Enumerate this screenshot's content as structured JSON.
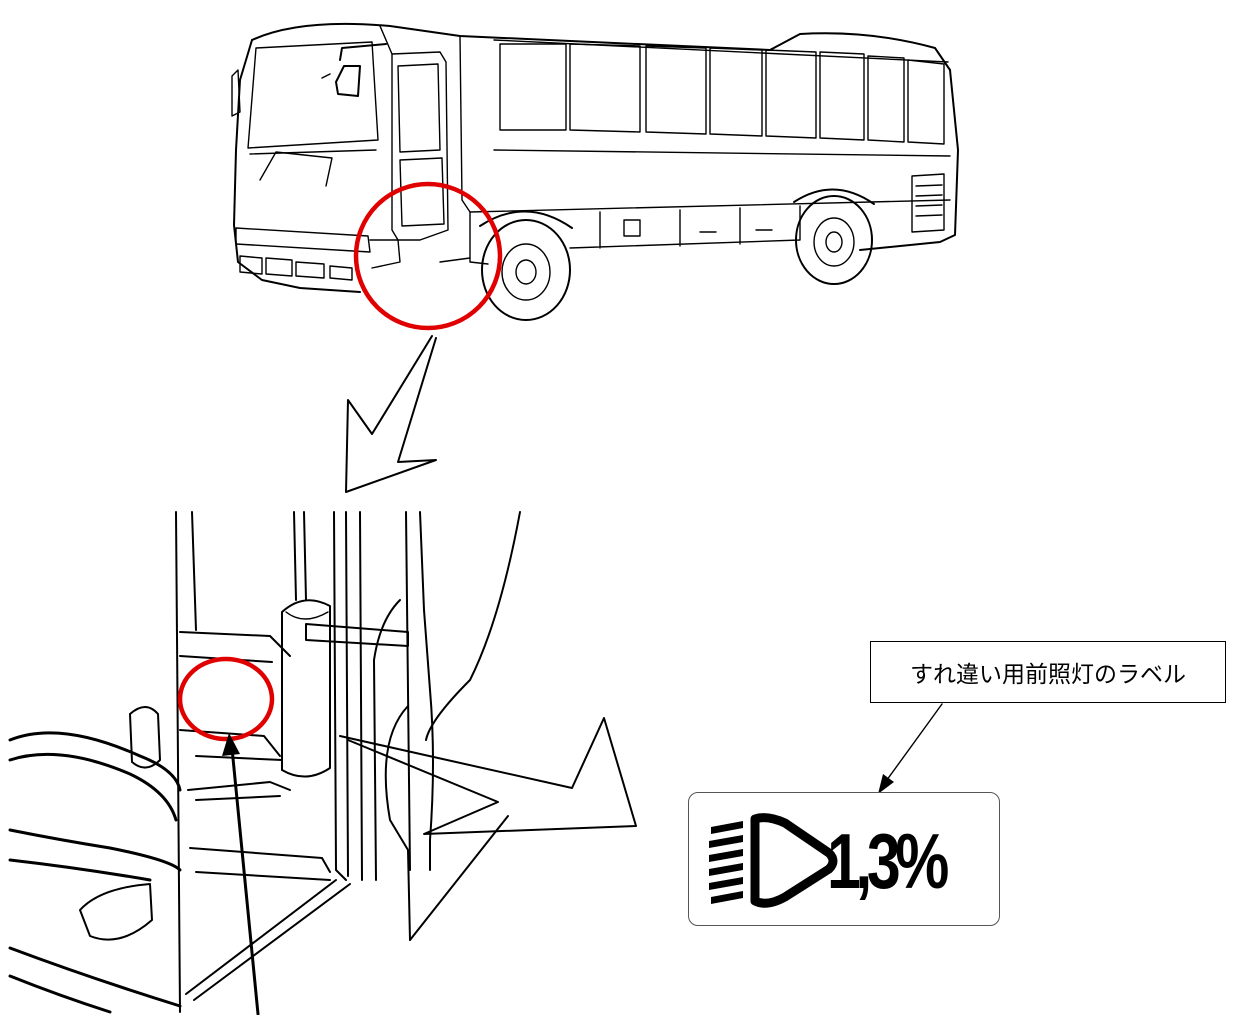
{
  "callout": {
    "text": "すれ違い用前照灯のラベル"
  },
  "label_plate": {
    "value_text": "1,3%",
    "icon": "low-beam-headlamp-icon"
  },
  "colors": {
    "highlight": "#e00000",
    "line": "#000000",
    "background": "#ffffff"
  },
  "icons": [
    "bus-illustration",
    "door-step-closeup",
    "low-beam-headlamp-icon"
  ]
}
